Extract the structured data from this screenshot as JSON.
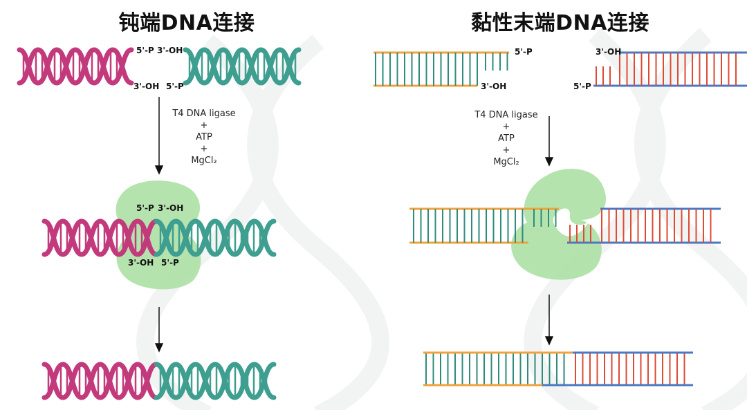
{
  "blunt": {
    "title": "钝端DNA连接",
    "labels": {
      "top_5p": "5'-P",
      "top_3oh": "3'-OH",
      "bottom_3oh": "3'-OH",
      "bottom_5p": "5'-P"
    },
    "reagents": [
      "T4 DNA ligase",
      "+",
      "ATP",
      "+",
      "MgCl₂"
    ],
    "enzyme_labels": {
      "top_5p": "5'-P",
      "top_3oh": "3'-OH",
      "bottom_3oh": "3'-OH",
      "bottom_5p": "5'-P"
    }
  },
  "sticky": {
    "title": "黏性末端DNA连接",
    "labels": {
      "left_5p": "5'-P",
      "left_3oh": "3'-OH",
      "right_3oh": "3'-OH",
      "right_5p": "5'-P"
    },
    "reagents": [
      "T4 DNA ligase",
      "+",
      "ATP",
      "+",
      "MgCl₂"
    ]
  },
  "colors": {
    "magenta": "#c23a7c",
    "teal": "#3e9e8f",
    "orange": "#f0a23c",
    "blue": "#4a78c2",
    "red": "#de4a35",
    "green_rung": "#2e8b7e",
    "enzyme": "#a8dea0"
  }
}
